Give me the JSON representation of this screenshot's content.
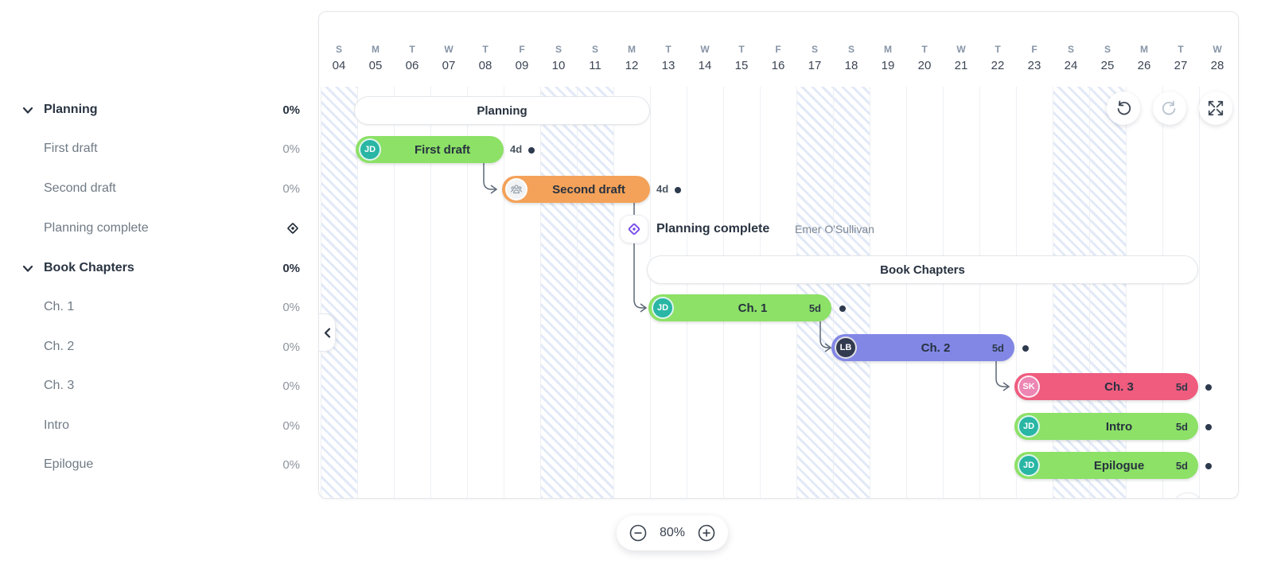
{
  "sidebar": {
    "rows": [
      {
        "label": "Planning",
        "progress": "0%",
        "type": "group"
      },
      {
        "label": "First draft",
        "progress": "0%",
        "type": "task"
      },
      {
        "label": "Second draft",
        "progress": "0%",
        "type": "task"
      },
      {
        "label": "Planning complete",
        "progress": "",
        "type": "milestone"
      },
      {
        "label": "Book Chapters",
        "progress": "0%",
        "type": "group"
      },
      {
        "label": "Ch. 1",
        "progress": "0%",
        "type": "task"
      },
      {
        "label": "Ch. 2",
        "progress": "0%",
        "type": "task"
      },
      {
        "label": "Ch. 3",
        "progress": "0%",
        "type": "task"
      },
      {
        "label": "Intro",
        "progress": "0%",
        "type": "task"
      },
      {
        "label": "Epilogue",
        "progress": "0%",
        "type": "task"
      }
    ]
  },
  "timeline": {
    "days": [
      {
        "dow": "S",
        "date": "04",
        "weekend": true
      },
      {
        "dow": "M",
        "date": "05",
        "weekend": false
      },
      {
        "dow": "T",
        "date": "06",
        "weekend": false
      },
      {
        "dow": "W",
        "date": "07",
        "weekend": false
      },
      {
        "dow": "T",
        "date": "08",
        "weekend": false
      },
      {
        "dow": "F",
        "date": "09",
        "weekend": false
      },
      {
        "dow": "S",
        "date": "10",
        "weekend": true
      },
      {
        "dow": "S",
        "date": "11",
        "weekend": true
      },
      {
        "dow": "M",
        "date": "12",
        "weekend": false
      },
      {
        "dow": "T",
        "date": "13",
        "weekend": false
      },
      {
        "dow": "W",
        "date": "14",
        "weekend": false
      },
      {
        "dow": "T",
        "date": "15",
        "weekend": false
      },
      {
        "dow": "F",
        "date": "16",
        "weekend": false
      },
      {
        "dow": "S",
        "date": "17",
        "weekend": true
      },
      {
        "dow": "S",
        "date": "18",
        "weekend": true
      },
      {
        "dow": "M",
        "date": "19",
        "weekend": false
      },
      {
        "dow": "T",
        "date": "20",
        "weekend": false
      },
      {
        "dow": "W",
        "date": "21",
        "weekend": false
      },
      {
        "dow": "T",
        "date": "22",
        "weekend": false
      },
      {
        "dow": "F",
        "date": "23",
        "weekend": false
      },
      {
        "dow": "S",
        "date": "24",
        "weekend": true
      },
      {
        "dow": "S",
        "date": "25",
        "weekend": true
      },
      {
        "dow": "M",
        "date": "26",
        "weekend": false
      },
      {
        "dow": "T",
        "date": "27",
        "weekend": false
      },
      {
        "dow": "W",
        "date": "28",
        "weekend": false
      }
    ]
  },
  "tasks": {
    "planning": {
      "label": "Planning"
    },
    "first_draft": {
      "label": "First draft",
      "duration": "4d",
      "assignee_initials": "JD",
      "bar_color": "#8ce166",
      "avatar_color": "#29b6a4"
    },
    "second_draft": {
      "label": "Second draft",
      "duration": "4d",
      "assignee": "group",
      "bar_color": "#f4a259"
    },
    "planning_complete": {
      "label": "Planning complete",
      "assignee_name": "Emer O'Sullivan",
      "milestone_color": "#7b4fe9"
    },
    "book_chapters": {
      "label": "Book Chapters"
    },
    "ch_1": {
      "label": "Ch. 1",
      "duration": "5d",
      "assignee_initials": "JD",
      "bar_color": "#8ce166",
      "avatar_color": "#29b6a4"
    },
    "ch_2": {
      "label": "Ch. 2",
      "duration": "5d",
      "assignee_initials": "LB",
      "bar_color": "#8287e6",
      "avatar_color": "#323a50"
    },
    "ch_3": {
      "label": "Ch. 3",
      "duration": "5d",
      "assignee_initials": "SK",
      "bar_color": "#ef5c7e",
      "avatar_color": "#ed86b3"
    },
    "intro": {
      "label": "Intro",
      "duration": "5d",
      "assignee_initials": "JD",
      "bar_color": "#8ce166",
      "avatar_color": "#29b6a4"
    },
    "epilogue": {
      "label": "Epilogue",
      "duration": "5d",
      "assignee_initials": "JD",
      "bar_color": "#8ce166",
      "avatar_color": "#29b6a4"
    }
  },
  "controls": {
    "zoom_level": "80%",
    "icons": [
      "undo-icon",
      "redo-icon",
      "expand-icon",
      "zoom-out-icon",
      "zoom-in-icon",
      "collapse-panel-icon"
    ]
  },
  "colors": {
    "weekend_stripe": "#e2e9f7",
    "grid_line": "#edf0f4",
    "dependency_line": "#5d6877",
    "text_dark": "#2a3442",
    "text_muted": "#8c949d"
  }
}
